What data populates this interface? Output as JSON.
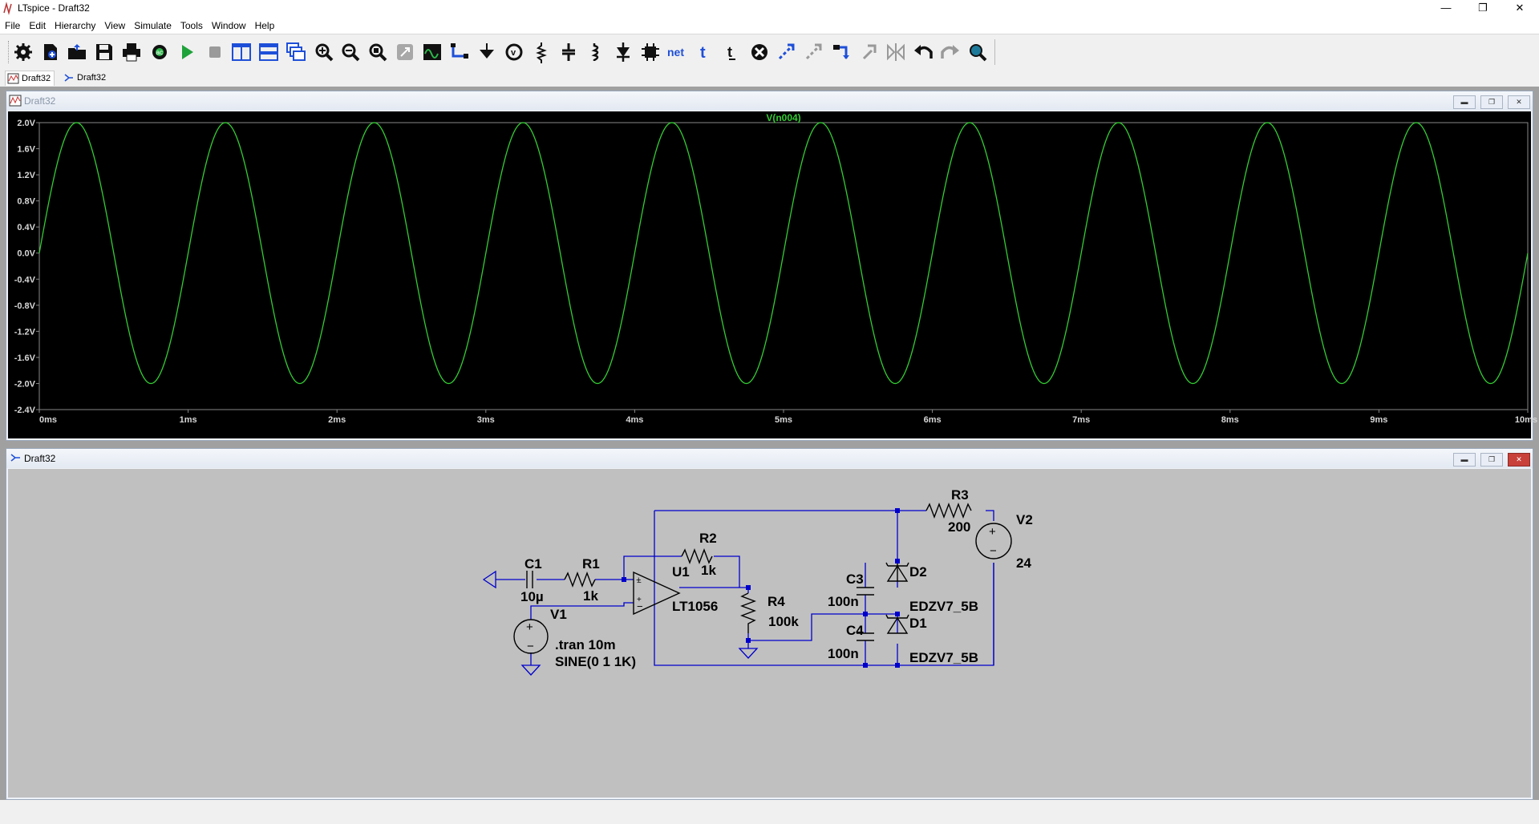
{
  "window": {
    "title": "LTspice - Draft32",
    "minimize": "—",
    "maximize": "❐",
    "close": "✕"
  },
  "menu": [
    "File",
    "Edit",
    "Hierarchy",
    "View",
    "Simulate",
    "Tools",
    "Window",
    "Help"
  ],
  "toolbar": {
    "icons": [
      "settings-icon",
      "new-schematic-icon",
      "open-icon",
      "save-icon",
      "print-icon",
      "control-panel-icon",
      "run-icon",
      "halt-icon",
      "tile-vertical-icon",
      "tile-horizontal-icon",
      "cascade-icon",
      "zoom-in-icon",
      "zoom-out-icon",
      "zoom-fit-icon",
      "autorange-icon",
      "waveform-icon",
      "wire-icon",
      "ground-icon",
      "label-net-icon",
      "resistor-icon",
      "capacitor-icon",
      "inductor-icon",
      "diode-icon",
      "component-icon",
      "net-icon",
      "text-icon",
      "spice-directive-icon",
      "delete-icon",
      "duplicate-icon",
      "move-icon",
      "drag-icon",
      "rotate-icon",
      "mirror-icon",
      "undo-icon",
      "redo-icon",
      "find-icon"
    ],
    "net_label": "net"
  },
  "tabs": [
    {
      "label": "Draft32"
    },
    {
      "label": "Draft32"
    }
  ],
  "waveform_window": {
    "title": "Draft32",
    "trace_label": "V(n004)",
    "trace_color": "#33cc33",
    "chart_data": {
      "type": "line",
      "title": "V(n004)",
      "series": [
        {
          "name": "V(n004)",
          "function": "sine",
          "amplitude": 2.0,
          "offset": 0,
          "frequency_hz": 1000,
          "phase_deg": 0
        }
      ],
      "x_ticks": [
        "0ms",
        "1ms",
        "2ms",
        "3ms",
        "4ms",
        "5ms",
        "6ms",
        "7ms",
        "8ms",
        "9ms",
        "10ms"
      ],
      "y_ticks": [
        "2.0V",
        "1.6V",
        "1.2V",
        "0.8V",
        "0.4V",
        "0.0V",
        "-0.4V",
        "-0.8V",
        "-1.2V",
        "-1.6V",
        "-2.0V",
        "-2.4V"
      ],
      "xlim": [
        0,
        10
      ],
      "ylim": [
        -2.4,
        2.0
      ],
      "x_unit": "ms",
      "grid": false
    }
  },
  "schematic_window": {
    "title": "Draft32",
    "wire_color": "#0000cc",
    "components": {
      "C1": {
        "name": "C1",
        "value": "10µ"
      },
      "R1": {
        "name": "R1",
        "value": "1k"
      },
      "R2": {
        "name": "R2",
        "value": "1k"
      },
      "U1": {
        "name": "U1",
        "value": "LT1056"
      },
      "R4": {
        "name": "R4",
        "value": "100k"
      },
      "R3": {
        "name": "R3",
        "value": "200"
      },
      "V2": {
        "name": "V2",
        "value": "24"
      },
      "C3": {
        "name": "C3",
        "value": "100n"
      },
      "C4": {
        "name": "C4",
        "value": "100n"
      },
      "D2": {
        "name": "D2",
        "value": "EDZV7_5B"
      },
      "D1": {
        "name": "D1",
        "value": "EDZV7_5B"
      },
      "V1": {
        "name": "V1",
        "value": "SINE(0 1 1K)"
      }
    },
    "directive": ".tran 10m"
  }
}
